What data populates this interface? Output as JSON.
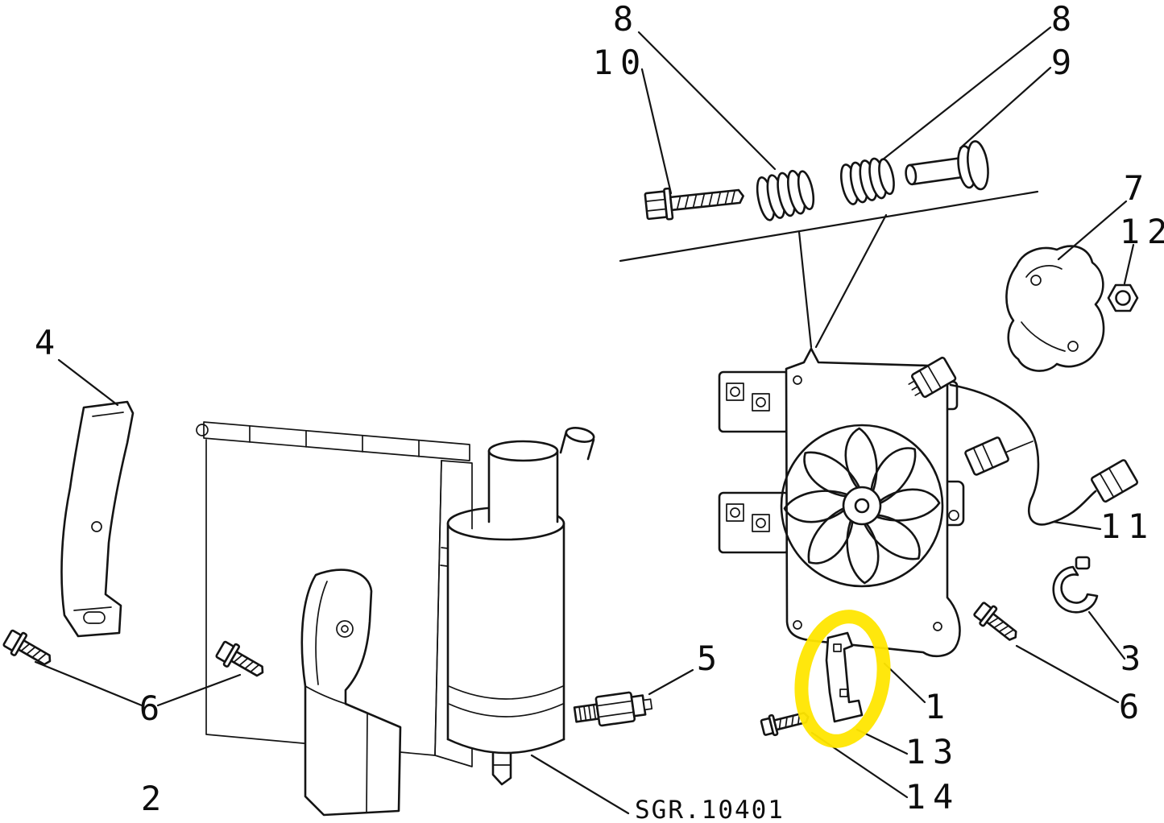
{
  "figure": {
    "type": "exploded-parts-diagram",
    "background_color": "#ffffff",
    "line_color": "#141414",
    "highlight_color": "#ffe600",
    "footnote": "SGR.10401",
    "callouts": [
      {
        "id": "callout-8-left",
        "label": "8"
      },
      {
        "id": "callout-10",
        "label": "10"
      },
      {
        "id": "callout-8-right",
        "label": "8"
      },
      {
        "id": "callout-9",
        "label": "9"
      },
      {
        "id": "callout-7",
        "label": "7"
      },
      {
        "id": "callout-12",
        "label": "12"
      },
      {
        "id": "callout-4",
        "label": "4"
      },
      {
        "id": "callout-11",
        "label": "11"
      },
      {
        "id": "callout-1",
        "label": "1"
      },
      {
        "id": "callout-3",
        "label": "3"
      },
      {
        "id": "callout-6-right",
        "label": "6"
      },
      {
        "id": "callout-5",
        "label": "5"
      },
      {
        "id": "callout-13",
        "label": "13"
      },
      {
        "id": "callout-6-left",
        "label": "6"
      },
      {
        "id": "callout-14",
        "label": "14"
      },
      {
        "id": "callout-2",
        "label": "2"
      }
    ]
  }
}
